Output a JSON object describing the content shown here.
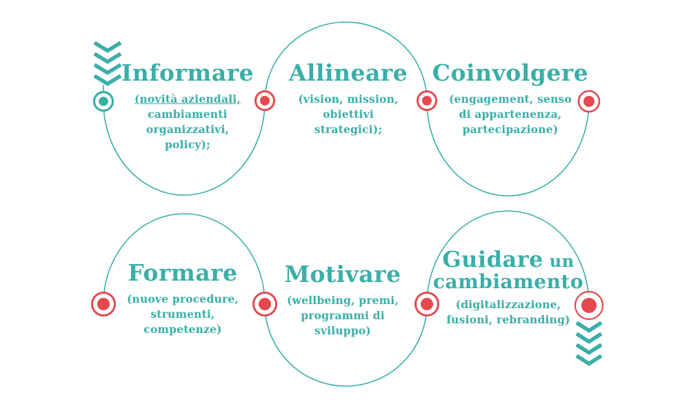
{
  "diagram": {
    "type": "process-wave",
    "language": "it",
    "colors": {
      "teal": "#39AFA8",
      "red": "#E3494E",
      "background": "#FFFFFF"
    },
    "icons": {
      "start": "chevrons-down-icon",
      "end": "chevrons-down-icon",
      "start_chevron_count": 4,
      "end_chevron_count": 4
    },
    "steps": [
      {
        "title": "Informare",
        "description_lines": [
          "(novità aziendali,",
          "cambiamenti",
          "organizzativi,",
          "policy);"
        ],
        "underline_first_line": true,
        "node_color": "#39AFA8"
      },
      {
        "title": "Allineare",
        "description_lines": [
          "(vision, mission,",
          "obiettivi",
          "strategici);"
        ],
        "node_color": "#E3494E"
      },
      {
        "title": "Coinvolgere",
        "description_lines": [
          "(engagement, senso",
          "di appartenenza,",
          "partecipazione)"
        ],
        "node_color": "#E3494E"
      },
      {
        "title": "Formare",
        "description_lines": [
          "(nuove procedure,",
          "strumenti,",
          "competenze)"
        ],
        "node_color": "#E3494E"
      },
      {
        "title": "Motivare",
        "description_lines": [
          "(wellbeing, premi,",
          "programmi di",
          "sviluppo)"
        ],
        "node_color": "#E3494E"
      },
      {
        "title": "Guidare",
        "title_small_suffix": " un",
        "title_line2": "cambiamento",
        "description_lines": [
          "(digitalizzazione,",
          "fusioni, rebranding)"
        ],
        "node_color": "#E3494E"
      }
    ]
  }
}
